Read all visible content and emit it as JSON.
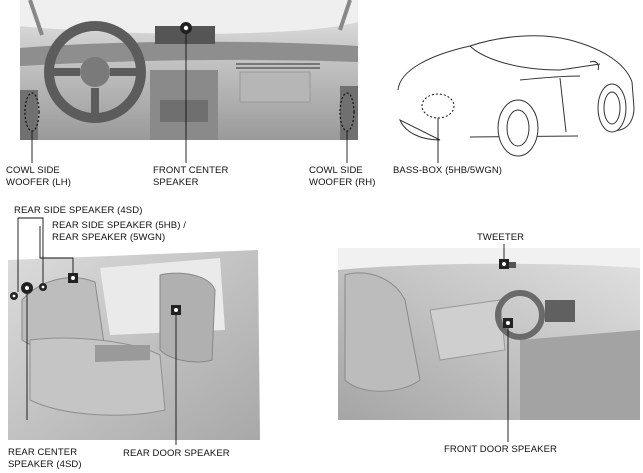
{
  "labels": {
    "cowl_lh": [
      "COWL SIDE",
      "WOOFER (LH)"
    ],
    "front_center": [
      "FRONT CENTER",
      "SPEAKER"
    ],
    "cowl_rh": [
      "COWL SIDE",
      "WOOFER (RH)"
    ],
    "bass_box": "BASS-BOX (5HB/5WGN)",
    "rear_side_4sd": "REAR SIDE SPEAKER (4SD)",
    "rear_side_5hb": [
      "REAR SIDE SPEAKER (5HB) /",
      "REAR SPEAKER (5WGN)"
    ],
    "tweeter": "TWEETER",
    "rear_center": [
      "REAR CENTER",
      "SPEAKER (4SD)"
    ],
    "rear_door": "REAR DOOR SPEAKER",
    "front_door": "FRONT DOOR SPEAKER"
  },
  "colors": {
    "photo_dark": "#7a7a7a",
    "photo_mid": "#b3b3b3",
    "photo_light": "#d6d6d6",
    "line": "#111111"
  }
}
